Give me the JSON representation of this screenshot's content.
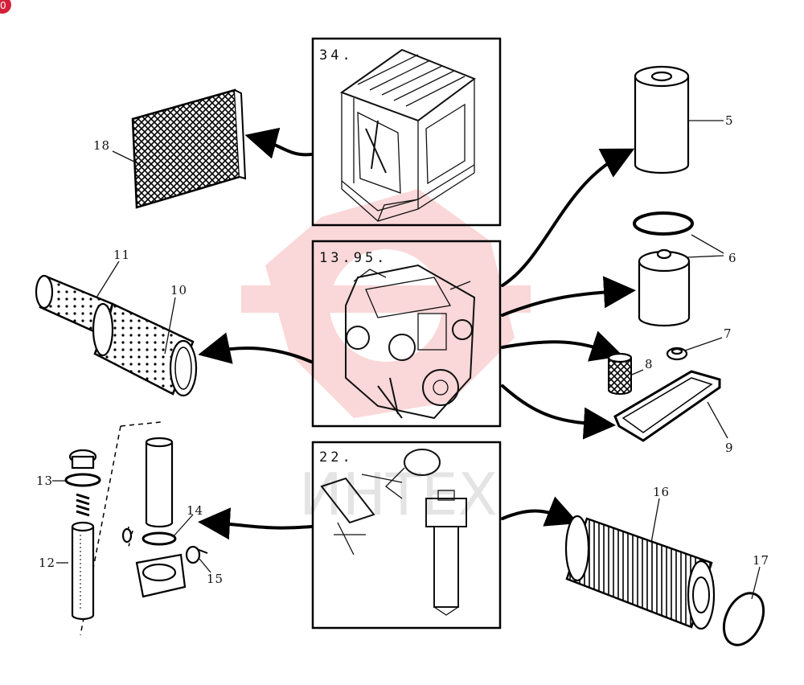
{
  "badge": "0",
  "watermark": "ИНТЕХ",
  "boxes": [
    {
      "id": "cab",
      "label": "34."
    },
    {
      "id": "engine",
      "label": "13.95."
    },
    {
      "id": "hydraulic",
      "label": "22."
    }
  ],
  "callouts": [
    "5",
    "6",
    "7",
    "8",
    "9",
    "10",
    "11",
    "12",
    "13",
    "14",
    "15",
    "16",
    "17",
    "18"
  ],
  "colors": {
    "line": "#000000",
    "watermark": "#e9262b",
    "badge": "#d5203a"
  }
}
